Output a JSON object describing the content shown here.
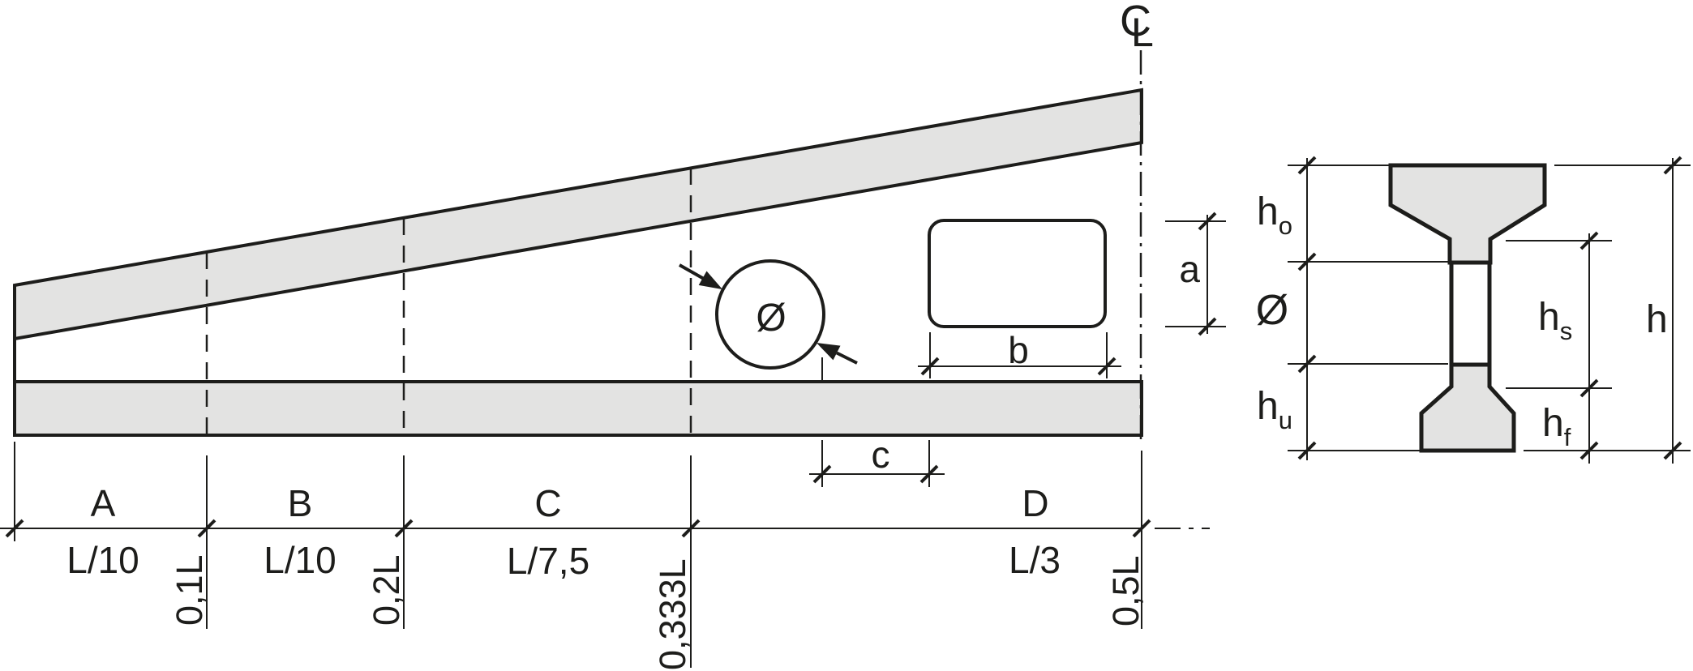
{
  "elevation": {
    "zones": [
      {
        "name": "A",
        "length": "L/10",
        "station": "0,1L"
      },
      {
        "name": "B",
        "length": "L/10",
        "station": "0,2L"
      },
      {
        "name": "C",
        "length": "L/7,5",
        "station": "0,333L"
      },
      {
        "name": "D",
        "length": "L/3",
        "station": "0,5L"
      }
    ],
    "circle_opening_label": "Ø",
    "rect_width_label": "b",
    "rect_height_label": "a",
    "spacing_label": "c",
    "centerline": {
      "c": "C",
      "l": "L"
    }
  },
  "cross_section": {
    "top_flange_height": {
      "base": "h",
      "sub": "o"
    },
    "opening_diameter": "Ø",
    "bottom_zone_height": {
      "base": "h",
      "sub": "u"
    },
    "web_height": {
      "base": "h",
      "sub": "s"
    },
    "flange_height": {
      "base": "h",
      "sub": "f"
    },
    "total_height": "h"
  },
  "colors": {
    "line": "#1d1d1b",
    "fill": "#e3e3e2",
    "background": "#ffffff"
  }
}
